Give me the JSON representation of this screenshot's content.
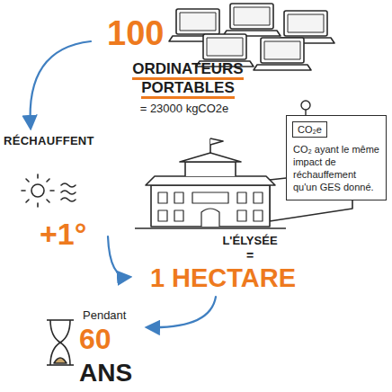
{
  "diagram": {
    "nodes": [
      {
        "text": [
          "100",
          "ORDINATEURS PORTABLES",
          "= 23000 kgCO2e"
        ]
      },
      {
        "text": [
          "CO₂ ayant le même impact de réchauffement qu'un GES donné."
        ]
      },
      {
        "text": [
          "CO₂e"
        ],
        "in": 1
      },
      {
        "text": [
          "RÉCHAUFFENT",
          "+1°"
        ]
      },
      {
        "text": [
          "L'ÉLYSÉE",
          "=",
          "1 HECTARE"
        ]
      },
      {
        "text": [
          "Pendant",
          "60 ANS"
        ]
      }
    ],
    "edges": [
      {
        "from": 0,
        "to": 3,
        "arrow": "to"
      },
      {
        "from": 3,
        "to": 4,
        "arrow": "to"
      },
      {
        "from": 4,
        "to": 5,
        "arrow": "to"
      }
    ]
  }
}
